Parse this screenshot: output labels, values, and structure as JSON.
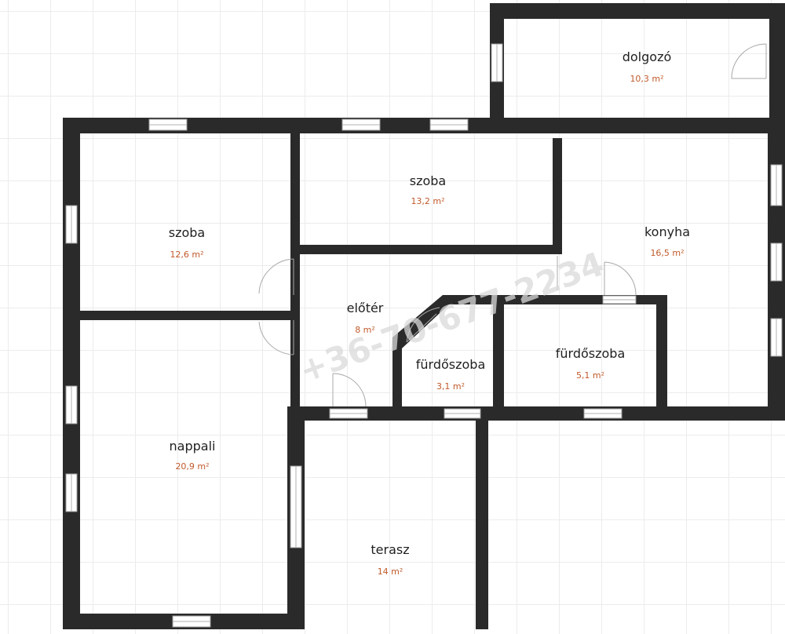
{
  "rooms": [
    {
      "id": "dolgozo",
      "name": "dolgozó",
      "area": "10,3 m²"
    },
    {
      "id": "szoba-left",
      "name": "szoba",
      "area": "12,6 m²"
    },
    {
      "id": "szoba-center",
      "name": "szoba",
      "area": "13,2 m²"
    },
    {
      "id": "konyha",
      "name": "konyha",
      "area": "16,5 m²"
    },
    {
      "id": "eloter",
      "name": "előtér",
      "area": "8 m²"
    },
    {
      "id": "furdoszoba-small",
      "name": "fürdőszoba",
      "area": "3,1 m²"
    },
    {
      "id": "furdoszoba-large",
      "name": "fürdőszoba",
      "area": "5,1 m²"
    },
    {
      "id": "nappali",
      "name": "nappali",
      "area": "20,9 m²"
    },
    {
      "id": "terasz",
      "name": "terasz",
      "area": "14 m²"
    }
  ],
  "watermark": "+36-70-677-2234",
  "colors": {
    "wall": "#2a2a2a",
    "area_text": "#c15a2b",
    "grid": "#ececec",
    "window_frame": "#9a9a9a",
    "door_swing": "#a8a8a8"
  }
}
